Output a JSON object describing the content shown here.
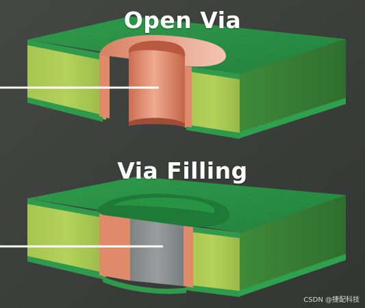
{
  "diagram": {
    "top_title": "Open Via",
    "bottom_title": "Via Filling"
  },
  "watermark": "CSDN @捷配科技",
  "colors": {
    "background": "#3b3f3b",
    "substrate": "#a7c64f",
    "copper_plate": "#e08a6c",
    "solder_mask": "#2f9a4c",
    "fill_material": "#8c8f90",
    "pointer_line": "#ffffff"
  }
}
